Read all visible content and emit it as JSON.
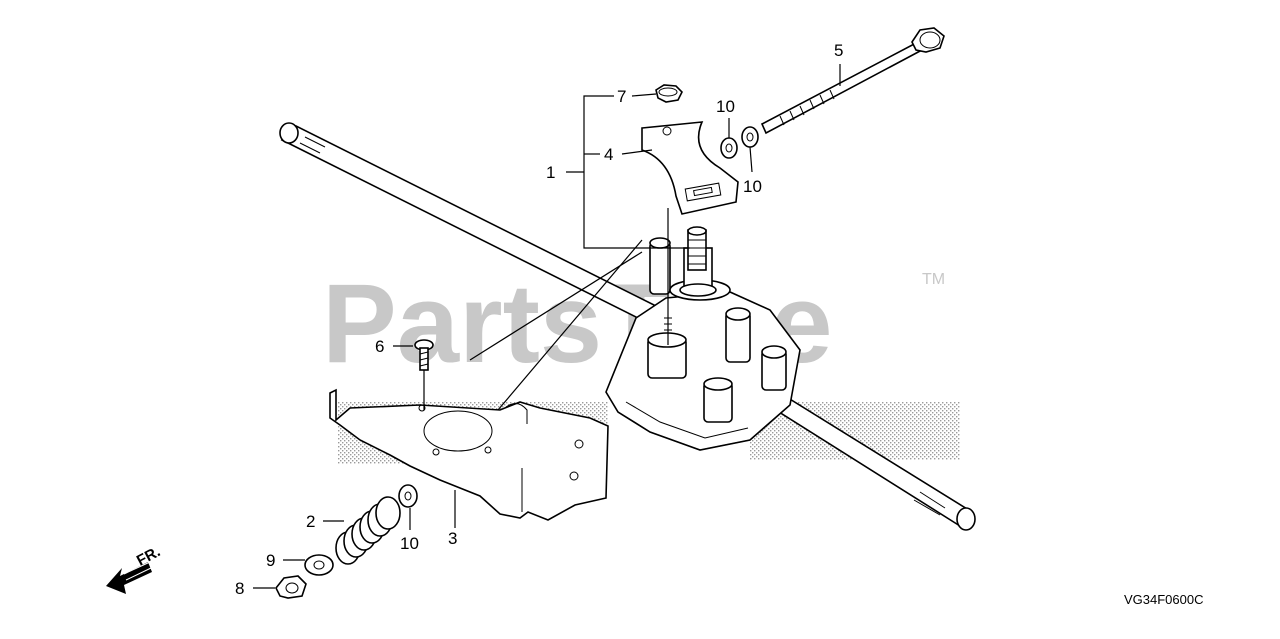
{
  "watermark": {
    "text": "PartsTree",
    "trademark": "TM"
  },
  "drawing_code": "VG34F0600C",
  "direction_label": "FR.",
  "callouts": [
    "1",
    "2",
    "3",
    "4",
    "5",
    "6",
    "7",
    "8",
    "9",
    "10",
    "10",
    "10"
  ],
  "colors": {
    "line": "#000000",
    "watermark": "#c8c8c8",
    "stipple": "#9a9a9a"
  },
  "icons": [
    "forward-arrow-icon"
  ]
}
